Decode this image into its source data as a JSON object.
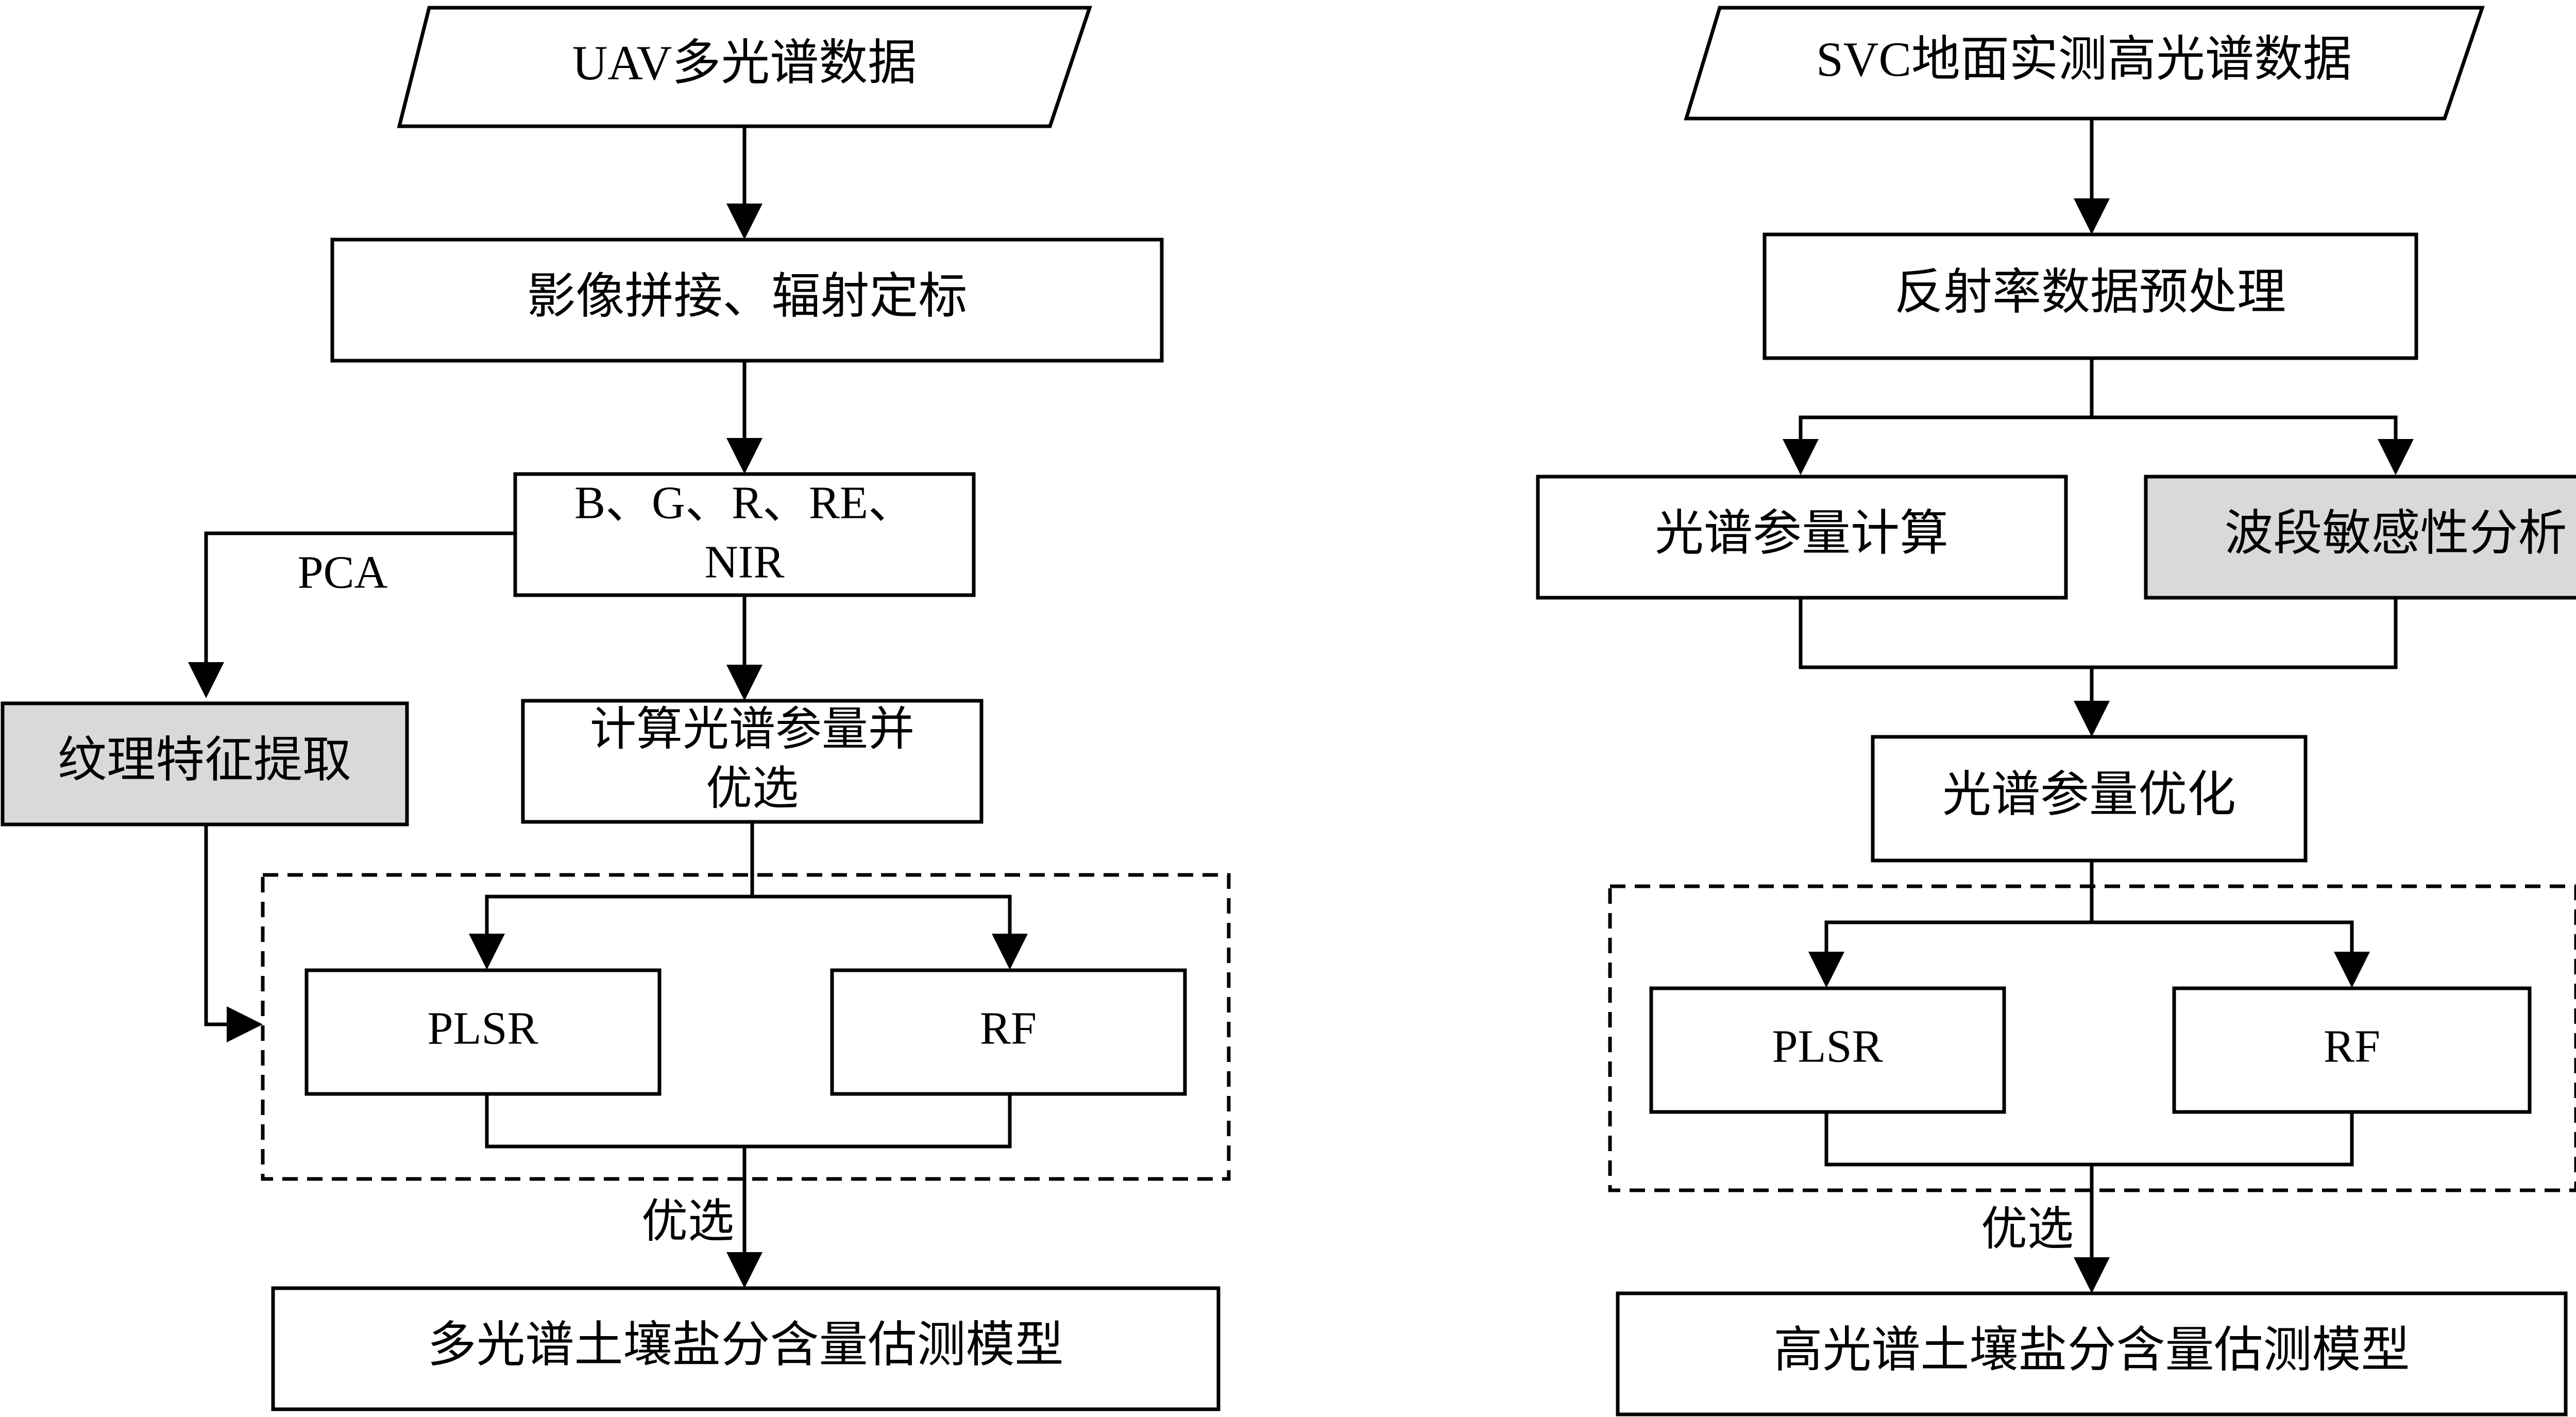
{
  "left": {
    "input": "UAV多光谱数据",
    "preprocess": "影像拼接、辐射定标",
    "bands_line1": "B、G、R、RE、",
    "bands_line2": "NIR",
    "pca_label": "PCA",
    "texture": "纹理特征提取",
    "calc_line1": "计算光谱参量并",
    "calc_line2": "优选",
    "model_a": "PLSR",
    "model_b": "RF",
    "select_label": "优选",
    "output": "多光谱土壤盐分含量估测模型"
  },
  "right": {
    "input": "SVC地面实测高光谱数据",
    "preprocess": "反射率数据预处理",
    "param_calc": "光谱参量计算",
    "sensitivity": "波段敏感性分析",
    "optimize": "光谱参量优化",
    "model_a": "PLSR",
    "model_b": "RF",
    "select_label": "优选",
    "output": "高光谱土壤盐分含量估测模型"
  },
  "colors": {
    "highlight_fill": "#d9d9d9",
    "stroke": "#000000"
  }
}
